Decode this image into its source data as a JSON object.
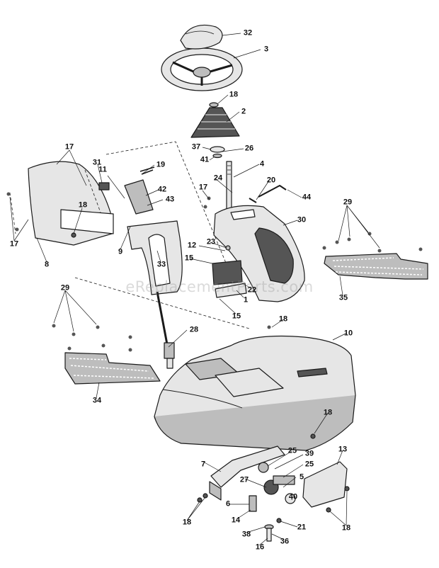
{
  "watermark": "eReplacementParts.com",
  "callouts": [
    "32",
    "3",
    "18",
    "2",
    "37",
    "26",
    "41",
    "4",
    "17",
    "31",
    "19",
    "11",
    "42",
    "18",
    "43",
    "24",
    "20",
    "44",
    "17",
    "30",
    "29",
    "17",
    "8",
    "9",
    "33",
    "12",
    "23",
    "15",
    "22",
    "1",
    "15",
    "35",
    "29",
    "18",
    "10",
    "28",
    "34",
    "18",
    "13",
    "25",
    "39",
    "7",
    "25",
    "27",
    "5",
    "40",
    "6",
    "14",
    "38",
    "21",
    "18",
    "36",
    "16",
    "18"
  ],
  "colors": {
    "ink": "#1a1a1a",
    "fill_light": "#e6e6e6",
    "fill_mid": "#bdbdbd",
    "fill_dark": "#555555"
  }
}
